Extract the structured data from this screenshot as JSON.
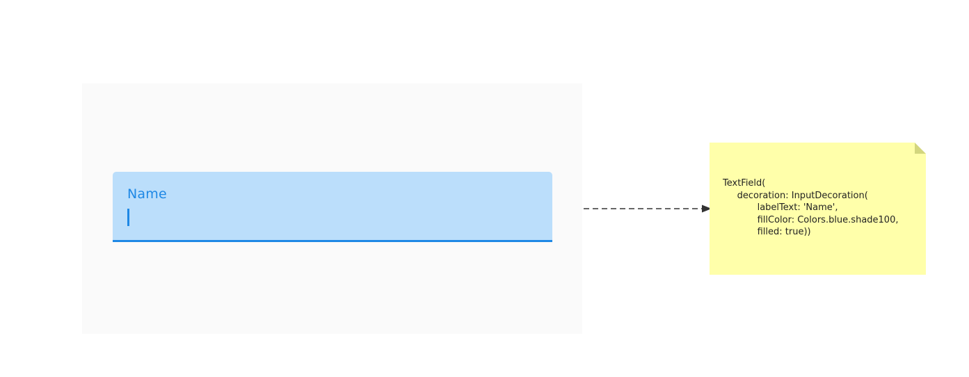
{
  "text_field": {
    "label": "Name",
    "fill_color": "#bbdefb",
    "accent_color": "#1e88e5"
  },
  "note": {
    "code_lines": [
      "TextField(",
      "     decoration: InputDecoration(",
      "            labelText: 'Name',",
      "            fillColor: Colors.blue.shade100,",
      "            filled: true))"
    ],
    "background_color": "#ffffaa"
  }
}
